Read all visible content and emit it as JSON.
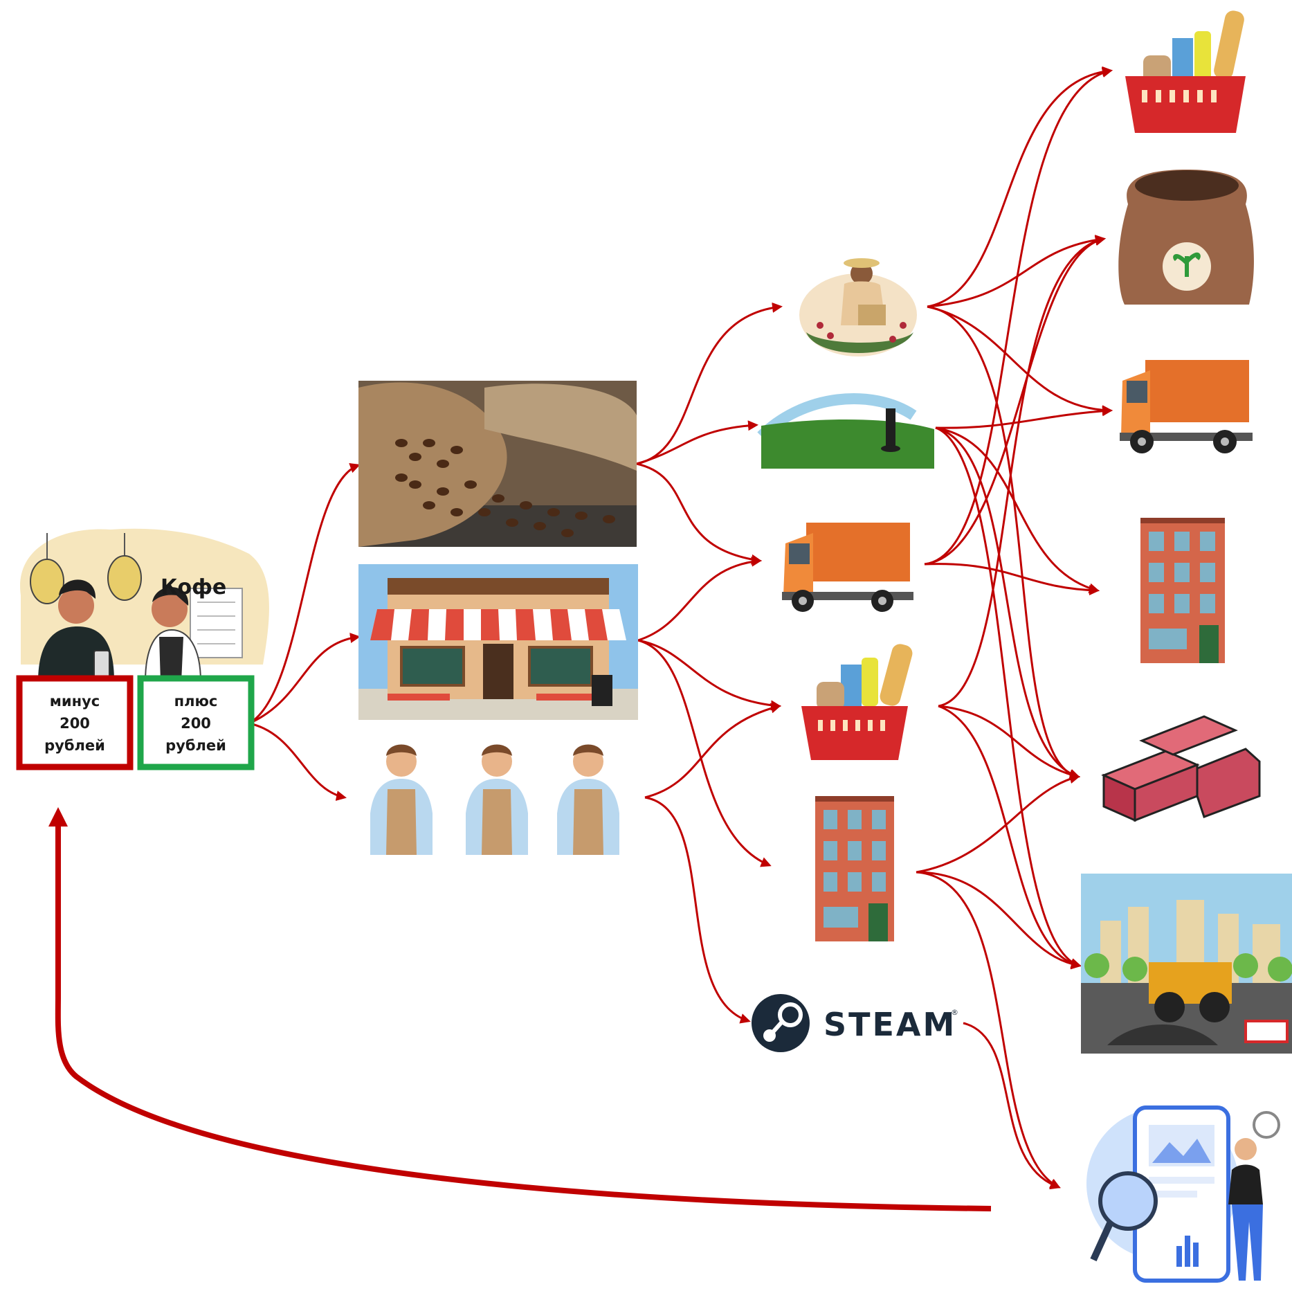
{
  "cafe_scene": {
    "sign_label": "Кофе",
    "minus_box": {
      "lines": [
        "минус",
        "200",
        "рублей"
      ],
      "color": "#c00000"
    },
    "plus_box": {
      "lines": [
        "плюс",
        "200",
        "рублей"
      ],
      "color": "#1fa64a"
    }
  },
  "level1": {
    "items": [
      "coffee-beans-image",
      "cafe-storefront-image",
      "baristas-image"
    ]
  },
  "level2": {
    "items": [
      "farmer-image",
      "irrigation-image",
      "truck-image",
      "grocery-basket-image",
      "building-image",
      "steam-logo"
    ],
    "steam_label": "STEAM",
    "steam_reg": "®"
  },
  "level3": {
    "items": [
      "grocery-basket-image",
      "fertilizer-bag-image",
      "truck-image",
      "building-image",
      "bricks-image",
      "road-construction-image",
      "app-developer-image"
    ]
  },
  "colors": {
    "arrow": "#c00000",
    "minus": "#c00000",
    "plus": "#1fa64a"
  }
}
